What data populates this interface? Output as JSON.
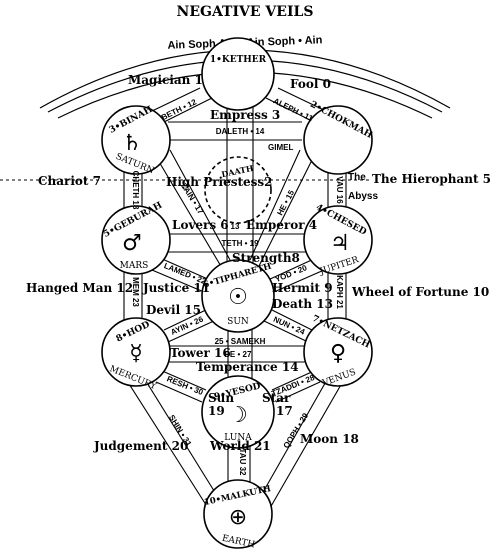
{
  "header": {
    "title": "NEGATIVE VEILS",
    "veils": "Ain Soph Aur • Ain Soph • Ain"
  },
  "abyss_label": {
    "line1": "The",
    "line2": "Abyss"
  },
  "sephiroth": [
    {
      "id": "kether",
      "name": "1•KETHER",
      "planet": ""
    },
    {
      "id": "binah",
      "name": "3•BINAH",
      "planet": "SATURN",
      "symbol": "♄"
    },
    {
      "id": "chokmah",
      "name": "2•CHOKMAH",
      "planet": ""
    },
    {
      "id": "daath",
      "name": "DAATH",
      "planet": ""
    },
    {
      "id": "geburah",
      "name": "5•GEBURAH",
      "planet": "MARS",
      "symbol": "♂"
    },
    {
      "id": "chesed",
      "name": "4•CHESED",
      "planet": "JUPITER",
      "symbol": "♃"
    },
    {
      "id": "tiphareth",
      "name": "6•TIPHARETH",
      "planet": "SUN",
      "symbol": "☉"
    },
    {
      "id": "hod",
      "name": "8•HOD",
      "planet": "MERCURY",
      "symbol": "☿"
    },
    {
      "id": "netzach",
      "name": "7•NETZACH",
      "planet": "VENUS",
      "symbol": "♀"
    },
    {
      "id": "yesod",
      "name": "9•YESOD",
      "planet": "LUNA",
      "symbol": "☽"
    },
    {
      "id": "malkuth",
      "name": "10•MALKUTH",
      "planet": "EARTH",
      "symbol": "⊕"
    }
  ],
  "paths": [
    "BETH • 12",
    "ALEPH • 11",
    "DALETH • 14",
    "GIMEL",
    "CHETH 18",
    "ZAIN • 17",
    "HE • 15",
    "VAU 16",
    "TETH • 19",
    "LAMED • 22",
    "YOD • 20",
    "MEM 23",
    "KAPH 21",
    "AYIN • 26",
    "NUN • 24",
    "25 • SAMEKH",
    "PE • 27",
    "RESH • 30",
    "TZADDI • 28",
    "SHIN • 31",
    "QOPH • 29",
    "TAU 32",
    "13"
  ],
  "tarot": [
    "Magician 1",
    "Fool 0",
    "Empress 3",
    "Chariot 7",
    "High Priestess2",
    "The Hierophant 5",
    "Lovers 6",
    "Emperor 4",
    "Strength8",
    "Hanged Man 12",
    "Justice 11",
    "Hermit 9",
    "Wheel of Fortune 10",
    "Devil 15",
    "Death 13",
    "Tower 16",
    "Temperance 14",
    "Sun",
    "19",
    "Star",
    "17",
    "Judgement 20",
    "World 21",
    "Moon 18"
  ]
}
